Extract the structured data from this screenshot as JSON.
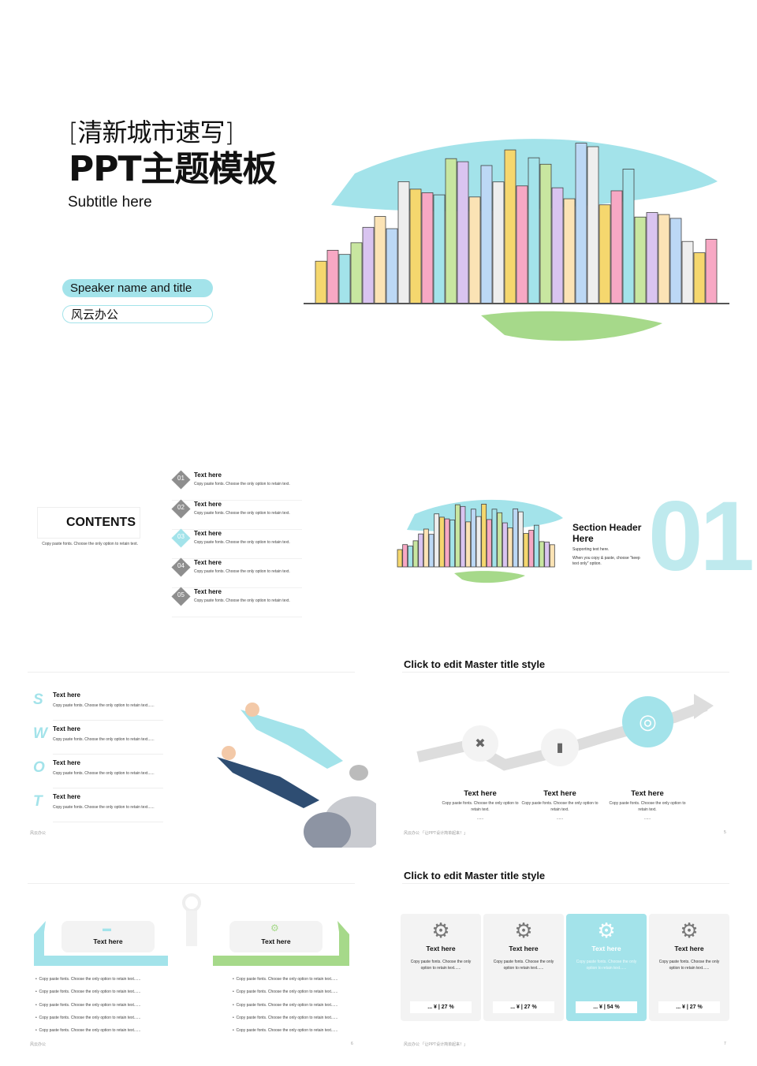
{
  "slide1": {
    "title_line1": "[清新城市速写]",
    "title_line2": "PPT主题模板",
    "subtitle": "Subtitle here",
    "speaker": "Speaker name and title",
    "company": "风云办公"
  },
  "contents": {
    "title": "CONTENTS",
    "desc": "Copy paste fonts. Choose the only option to retain text.",
    "items": [
      {
        "num": "01",
        "title": "Text here",
        "desc": "Copy paste fonts. Choose the only option to retain text."
      },
      {
        "num": "02",
        "title": "Text here",
        "desc": "Copy paste fonts. Choose the only option to retain text."
      },
      {
        "num": "03",
        "title": "Text here",
        "desc": "Copy paste fonts. Choose the only option to retain text."
      },
      {
        "num": "04",
        "title": "Text here",
        "desc": "Copy paste fonts. Choose the only option to retain text."
      },
      {
        "num": "05",
        "title": "Text here",
        "desc": "Copy paste fonts. Choose the only option to retain text."
      }
    ]
  },
  "section": {
    "number": "01",
    "header": "Section Header Here",
    "support1": "Supporting text here.",
    "support2": "When you copy & paste, choose \"keep text only\" option."
  },
  "swot": {
    "items": [
      {
        "letter": "S",
        "title": "Text here",
        "desc": "Copy paste fonts. Choose the only option to retain text......"
      },
      {
        "letter": "W",
        "title": "Text here",
        "desc": "Copy paste fonts. Choose the only option to retain text......"
      },
      {
        "letter": "O",
        "title": "Text here",
        "desc": "Copy paste fonts. Choose the only option to retain text......"
      },
      {
        "letter": "T",
        "title": "Text here",
        "desc": "Copy paste fonts. Choose the only option to retain text......"
      }
    ],
    "footer": "风云办公"
  },
  "process": {
    "title": "Click to edit Master title style",
    "cols": [
      {
        "title": "Text here",
        "desc": "Copy paste fonts. Choose the only option to retain text.",
        "more": "......"
      },
      {
        "title": "Text here",
        "desc": "Copy paste fonts. Choose the only option to retain text.",
        "more": "......"
      },
      {
        "title": "Text here",
        "desc": "Copy paste fonts. Choose the only option to retain text.",
        "more": "......"
      }
    ],
    "footer": "风云办公 「让PPT设计简单起来！」",
    "page": "5"
  },
  "compare": {
    "left_label": "Text here",
    "right_label": "Text here",
    "bullet": "Copy paste fonts. Choose the only option to retain text......",
    "footer": "风云办公",
    "page": "6"
  },
  "cards": {
    "title": "Click to edit Master title style",
    "items": [
      {
        "title": "Text here",
        "desc": "Copy paste fonts. Choose the only option to retain text......",
        "value": "... ¥ | 27 %"
      },
      {
        "title": "Text here",
        "desc": "Copy paste fonts. Choose the only option to retain text......",
        "value": "... ¥ | 27 %"
      },
      {
        "title": "Text here",
        "desc": "Copy paste fonts. Choose the only option to retain text......",
        "value": "... ¥ | 54 %"
      },
      {
        "title": "Text here",
        "desc": "Copy paste fonts. Choose the only option to retain text......",
        "value": "... ¥ | 27 %"
      }
    ],
    "footer": "风云办公 「让PPT设计简单起来！」",
    "page": "7"
  },
  "colors": {
    "accent": "#a3e3ea",
    "green": "#a6d98a",
    "gray": "#8e8e8e"
  }
}
